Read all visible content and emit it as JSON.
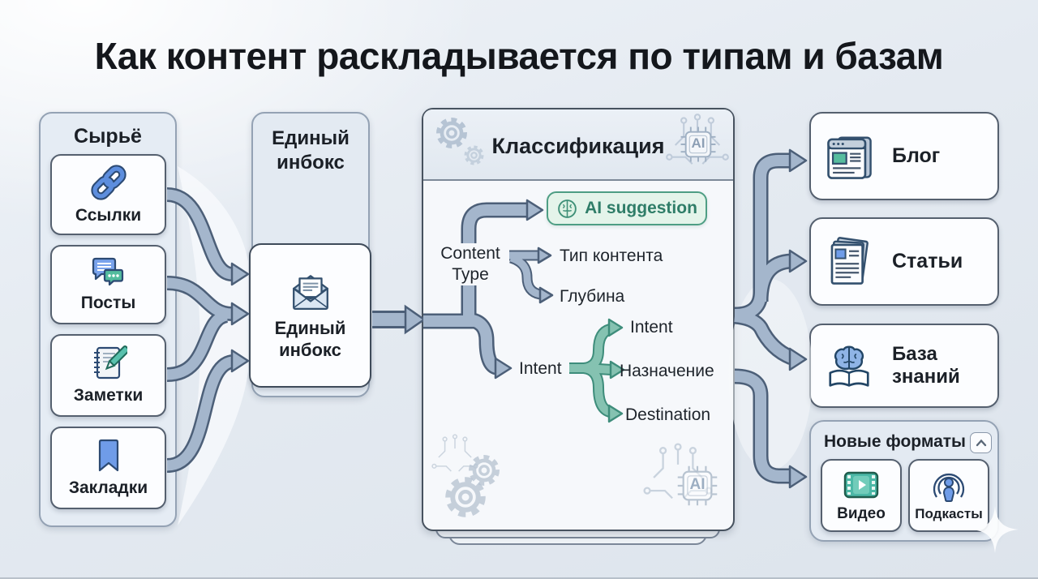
{
  "title": "Как контент раскладывается по типам и базам",
  "colors": {
    "arrow_blue_fill": "#a4b6cc",
    "arrow_blue_outline": "#4c5f78",
    "arrow_teal_fill": "#85c2b1",
    "arrow_teal_outline": "#3e8d7b",
    "badge_bg": "#e4f4ea",
    "badge_border": "#4e9e84",
    "badge_text": "#2f7d68"
  },
  "sources": {
    "panel_title": "Сырьё",
    "items": [
      {
        "icon": "link-icon",
        "label": "Ссылки"
      },
      {
        "icon": "chat-bubbles-icon",
        "label": "Посты"
      },
      {
        "icon": "notebook-pencil-icon",
        "label": "Заметки"
      },
      {
        "icon": "bookmark-icon",
        "label": "Закладки"
      }
    ]
  },
  "inbox": {
    "panel_title": "Единый инбокс",
    "card_label": "Единый инбокс",
    "icon": "envelope-open-icon"
  },
  "classification": {
    "panel_title": "Классификация",
    "chip_label": "AI",
    "ai_badge_label": "AI suggestion",
    "content_type_label": "Content Type",
    "content_type_branches": [
      {
        "label": "Тип контента"
      },
      {
        "label": "Глубина"
      }
    ],
    "intent_label": "Intent",
    "intent_branches": [
      {
        "label": "Intent"
      },
      {
        "label": "Назначение"
      },
      {
        "label": "Destination"
      }
    ]
  },
  "outputs": [
    {
      "icon": "browser-blog-icon",
      "label": "Блог"
    },
    {
      "icon": "stacked-articles-icon",
      "label": "Статьи"
    },
    {
      "icon": "book-brain-icon",
      "label": "База знаний"
    }
  ],
  "new_formats": {
    "panel_title": "Новые форматы",
    "collapse_icon": "chevron-up-icon",
    "items": [
      {
        "icon": "video-icon",
        "label": "Видео"
      },
      {
        "icon": "podcast-icon",
        "label": "Подкасты"
      }
    ]
  }
}
